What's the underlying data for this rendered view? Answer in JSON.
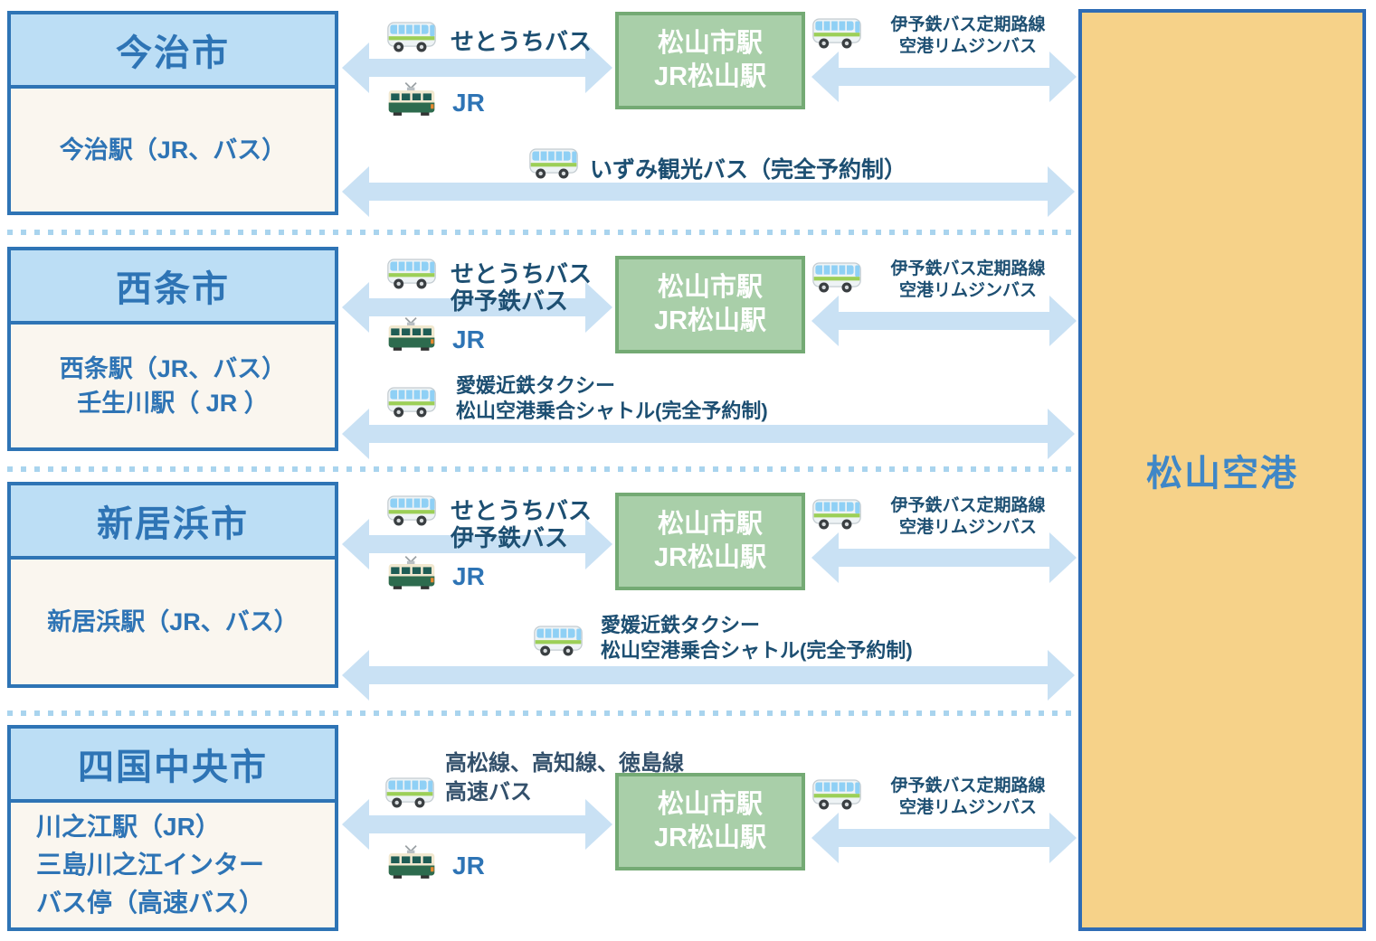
{
  "airport_label": "松山空港",
  "station_hub": {
    "line1": "松山市駅",
    "line2": "JR松山駅"
  },
  "airport_route": {
    "line1": "伊予鉄バス定期路線",
    "line2": "空港リムジンバス"
  },
  "rows": [
    {
      "city": "今治市",
      "stations": [
        "今治駅（JR、バス）"
      ],
      "bus_labels": [
        "せとうちバス"
      ],
      "rail_label": "JR",
      "direct_labels": [
        "いずみ観光バス（完全予約制）"
      ]
    },
    {
      "city": "西条市",
      "stations": [
        "西条駅（JR、バス）",
        "壬生川駅（ JR ）"
      ],
      "bus_labels": [
        "せとうちバス",
        "伊予鉄バス"
      ],
      "rail_label": "JR",
      "direct_labels": [
        "愛媛近鉄タクシー",
        "松山空港乗合シャトル(完全予約制)"
      ]
    },
    {
      "city": "新居浜市",
      "stations": [
        "新居浜駅（JR、バス）"
      ],
      "bus_labels": [
        "せとうちバス",
        "伊予鉄バス"
      ],
      "rail_label": "JR",
      "direct_labels": [
        "愛媛近鉄タクシー",
        "松山空港乗合シャトル(完全予約制)"
      ]
    },
    {
      "city": "四国中央市",
      "stations": [
        "川之江駅（JR）",
        "三島川之江インター",
        "バス停（高速バス）"
      ],
      "bus_labels": [
        "高松線、高知線、徳島線",
        "高速バス"
      ],
      "rail_label": "JR",
      "direct_labels": []
    }
  ],
  "icons": {
    "bus": "bus-icon",
    "tram": "tram-icon"
  },
  "colors": {
    "accent_blue": "#2e74b5",
    "header_fill": "#bcdef5",
    "panel_fill": "#faf6ef",
    "arrow_blue": "#c9e1f4",
    "hub_green_fill": "#a9cfa9",
    "hub_green_border": "#74aa74",
    "airport_fill": "#f6d289",
    "airport_border": "#2e6cb5",
    "airport_text": "#3f87c7",
    "label_dark": "#1d4f72"
  }
}
